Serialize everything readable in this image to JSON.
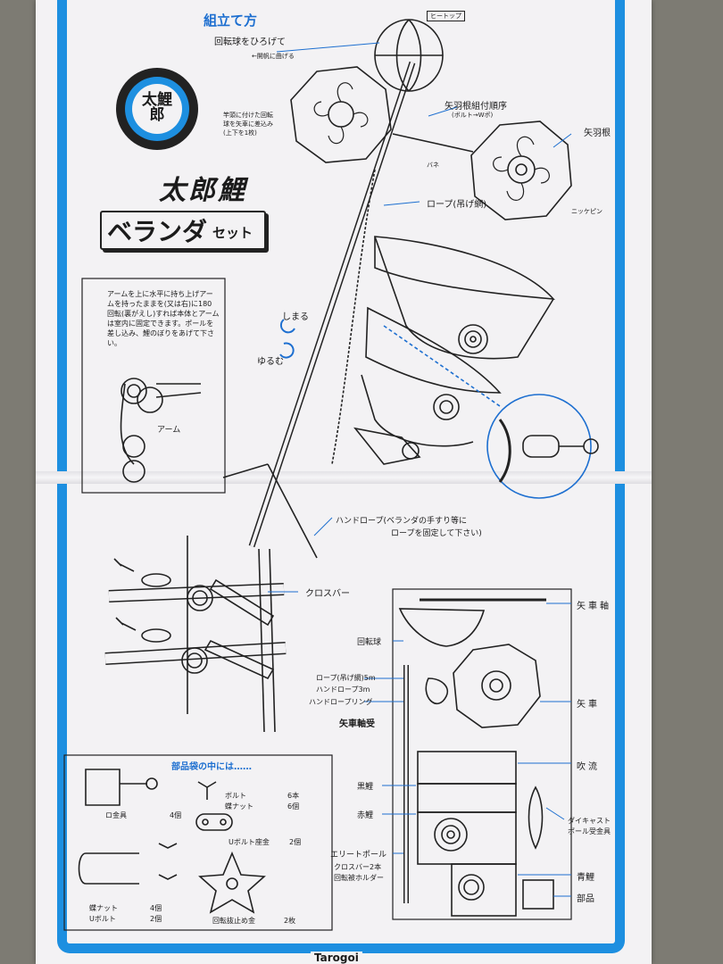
{
  "header": {
    "title": "組立て方"
  },
  "logo": {
    "text": "太鯉郎"
  },
  "brand": {
    "title": "太郎鯉",
    "set_label": "ベランダ",
    "set_suffix": "セット"
  },
  "steps": {
    "spread": "回転球をひろげて",
    "spread_sub": "←開帆に曲げる",
    "insert_note_1": "竿頭に付けた回転",
    "insert_note_2": "球を矢車に差込み",
    "insert_note_3": "(上下を1枚)",
    "top_tag": "ヒートップ",
    "order": "矢羽根組付順序",
    "order_sub": "(ボルト→Wポ)",
    "yabane": "矢羽根",
    "spring": "バネ",
    "pin": "ニッケピン",
    "rope": "ロープ(吊げ網)",
    "tighten": "しまる",
    "loosen": "ゆるむ"
  },
  "instruction": {
    "text": "アームを上に水平に持ち上げアームを持ったままを(又は右)に180 回転(裏がえし)すれば本体とアームは室内に固定できます。ポールを差し込み、鯉のぼりをあげて下さい。",
    "arm_label": "アーム"
  },
  "hand_rope": {
    "line1": "ハンドロープ(ベランダの手すり等に",
    "line2": "ロープを固定して下さい)"
  },
  "cross_bar": "クロスバー",
  "parts_right": {
    "yaguruma_jiku": "矢車軸",
    "kaitenkyu": "回転球",
    "rope": "ロープ(吊げ網)5m",
    "hand_rope": "ハンドロープ3m",
    "hand_rope_ring": "ハンドロープリング",
    "yaguruma_jikuuke": "矢車軸受",
    "yaguruma": "矢車",
    "fukinagashi": "吹流",
    "kurogoi": "黒鯉",
    "akagoi": "赤鯉",
    "diecast": "ダイキャスト",
    "diecast2": "ポール受金具",
    "elite_pole": "エリートポール",
    "crossbar_holder1": "クロスバー2本",
    "crossbar_holder2": "回転被ホルダー",
    "aogoi": "青鯉",
    "buhin": "部品"
  },
  "parts_bag": {
    "title": "部品袋の中には……",
    "bolt": "ボルト",
    "bolt_qty": "6本",
    "wing_nut": "蝶ナット",
    "wing_nut_qty": "6個",
    "clamp": "ロ金具",
    "clamp_qty": "4個",
    "u_plate": "Uボルト座金",
    "u_plate_qty": "2個",
    "butterfly_nut": "蝶ナット",
    "butterfly_qty": "4個",
    "u_bolt": "Uボルト",
    "u_bolt_qty": "2個",
    "stopper": "回転抜止め金",
    "stopper_qty": "2枚"
  },
  "footer": {
    "brand": "Tarogoi"
  }
}
